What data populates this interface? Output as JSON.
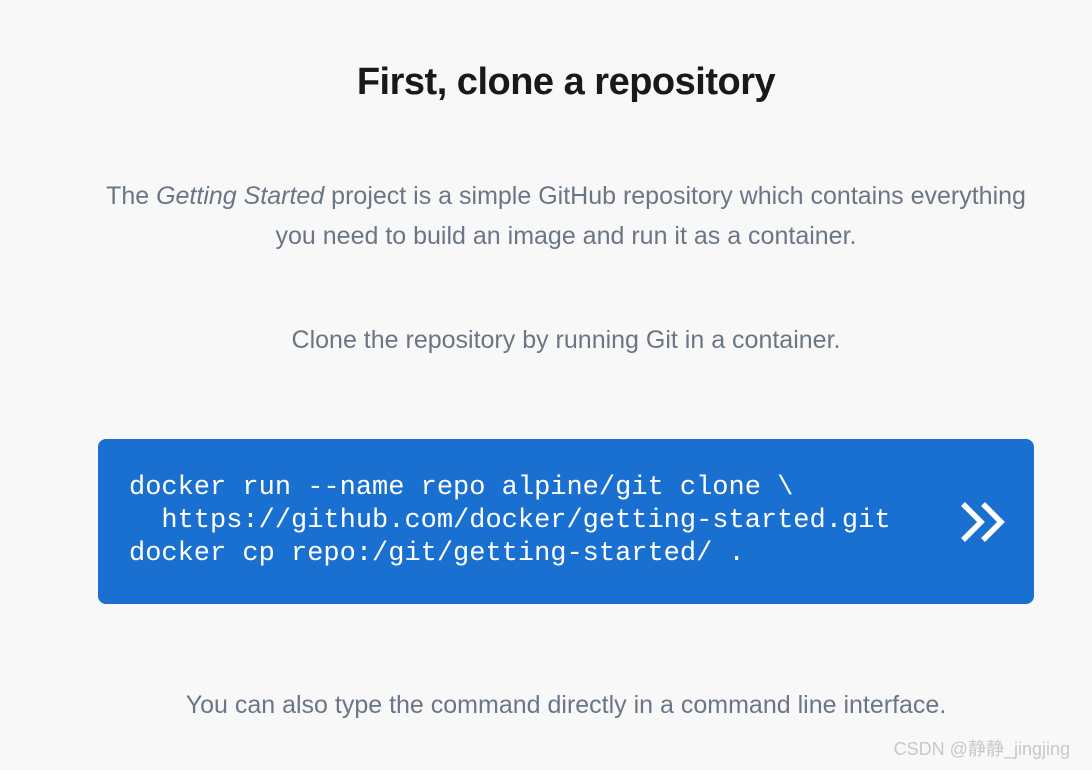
{
  "page": {
    "title": "First, clone a repository",
    "intro": {
      "prefix": "The ",
      "italic": "Getting Started",
      "suffix": " project is a simple GitHub repository which contains everything you need to build an image and run it as a container."
    },
    "instruction": "Clone the repository by running Git in a container.",
    "code": {
      "lines": [
        "docker run --name repo alpine/git clone \\",
        "  https://github.com/docker/getting-started.git",
        "docker cp repo:/git/getting-started/ ."
      ],
      "next_icon": "double-chevron-right-icon"
    },
    "note": "You can also type the command directly in a command line interface.",
    "watermark": "CSDN @静静_jingjing",
    "colors": {
      "page_bg": "#f8f8f9",
      "heading_text": "#191919",
      "body_text": "#6b7685",
      "code_bg": "#1a70d1",
      "code_text": "#ffffff",
      "watermark_text": "#cac8c6"
    }
  }
}
